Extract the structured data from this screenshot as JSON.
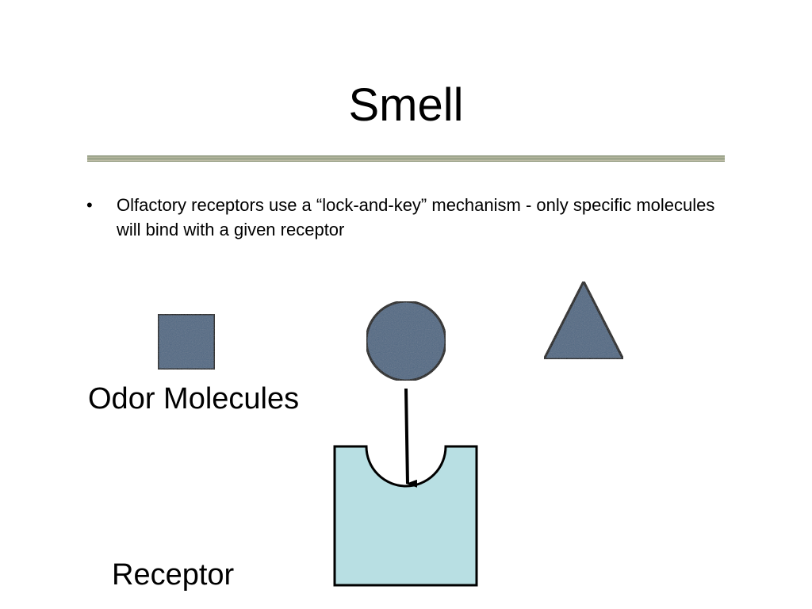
{
  "slide": {
    "title": "Smell",
    "bullets": [
      "Olfactory receptors use a “lock-and-key” mechanism - only specific molecules will bind with a given receptor"
    ]
  },
  "diagram": {
    "labels": {
      "odor_molecules": "Odor Molecules",
      "receptor": "Receptor"
    },
    "colors": {
      "molecule_fill": "#4f6783",
      "molecule_stroke": "#000000",
      "receptor_fill": "#b8dfe3",
      "receptor_stroke": "#000000",
      "arrow": "#000000"
    }
  }
}
